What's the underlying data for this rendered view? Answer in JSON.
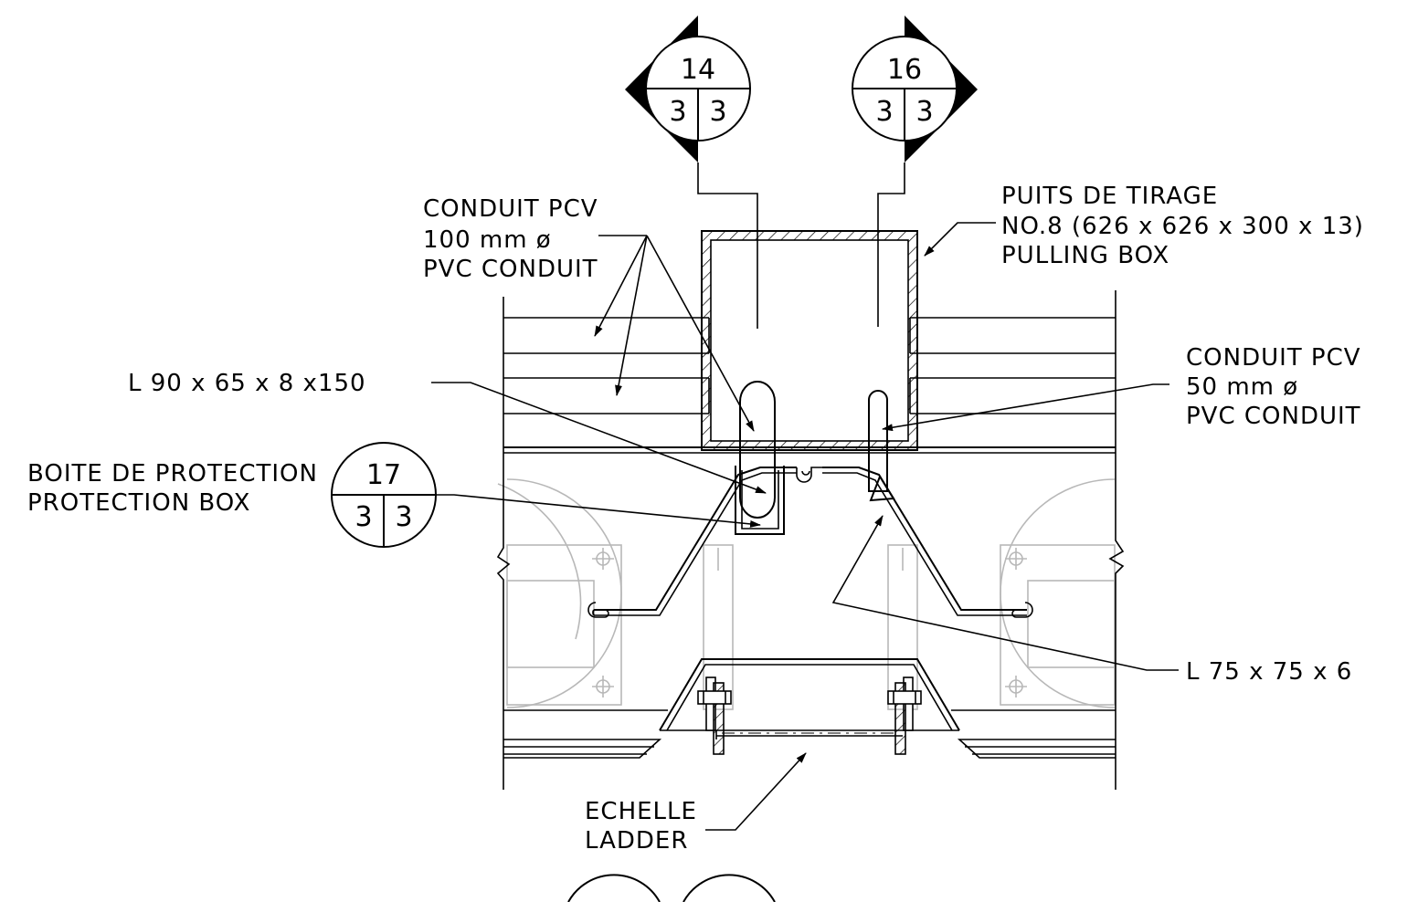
{
  "bubbles": {
    "b14": {
      "top": "14",
      "left": "3",
      "right": "3"
    },
    "b16": {
      "top": "16",
      "left": "3",
      "right": "3"
    },
    "b17": {
      "top": "17",
      "left": "3",
      "right": "3"
    }
  },
  "labels": {
    "conduit_100": [
      "CONDUIT PCV",
      "100 mm ø",
      "PVC CONDUIT"
    ],
    "pulling_box": [
      "PUITS DE TIRAGE",
      "NO.8 (626 x 626 x 300 x 13)",
      "PULLING BOX"
    ],
    "angle_90": "L 90 x 65 x 8 x150",
    "conduit_50": [
      "CONDUIT PCV",
      "50 mm ø",
      "PVC CONDUIT"
    ],
    "protection_box": [
      "BOITE DE PROTECTION",
      "PROTECTION BOX"
    ],
    "angle_75": "L 75 x 75 x 6",
    "ladder": [
      "ECHELLE",
      "LADDER"
    ]
  }
}
